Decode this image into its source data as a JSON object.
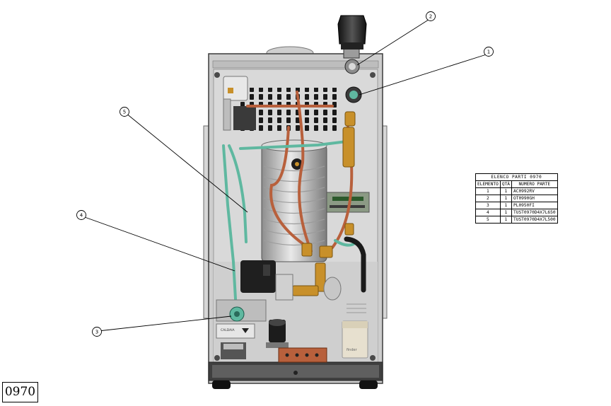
{
  "diagram": {
    "drawing_id": "0970",
    "callouts": [
      "1",
      "2",
      "3",
      "4",
      "5"
    ],
    "component_labels": {
      "switch_label": "CALDAIA",
      "relay_brand": "finder"
    }
  },
  "parts_list": {
    "title": "ELENCO PARTI 0970",
    "headers": [
      "ELEMENTO",
      "QTÀ",
      "NUMERO PARTE"
    ],
    "rows": [
      [
        "1",
        "1",
        "AC0992RV"
      ],
      [
        "2",
        "1",
        "OT0990GH"
      ],
      [
        "3",
        "1",
        "PL0950FI"
      ],
      [
        "4",
        "1",
        "TUST0970D4X7L650"
      ],
      [
        "5",
        "1",
        "TUST0970D4X7L500"
      ]
    ]
  },
  "colors": {
    "frame_steel": "#c9c9c9",
    "frame_dark": "#5a5a5a",
    "copper_pipe": "#b8603c",
    "teflon_tube": "#5fb8a0",
    "brass": "#c8902a"
  }
}
